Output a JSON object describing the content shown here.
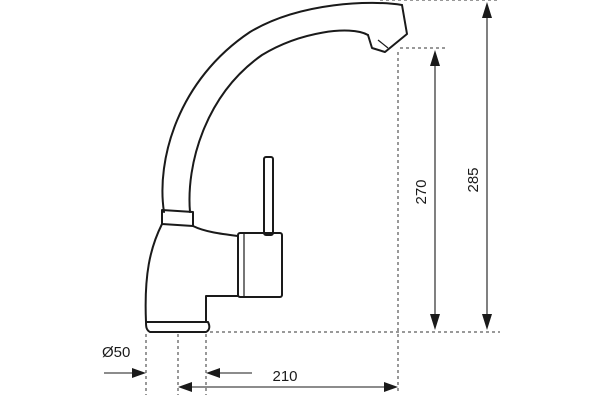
{
  "dimensions": {
    "spout_height": "270",
    "total_height": "285",
    "reach": "210",
    "base_diameter": "Ø50"
  },
  "colors": {
    "line": "#1a1a1a",
    "background": "#ffffff"
  }
}
